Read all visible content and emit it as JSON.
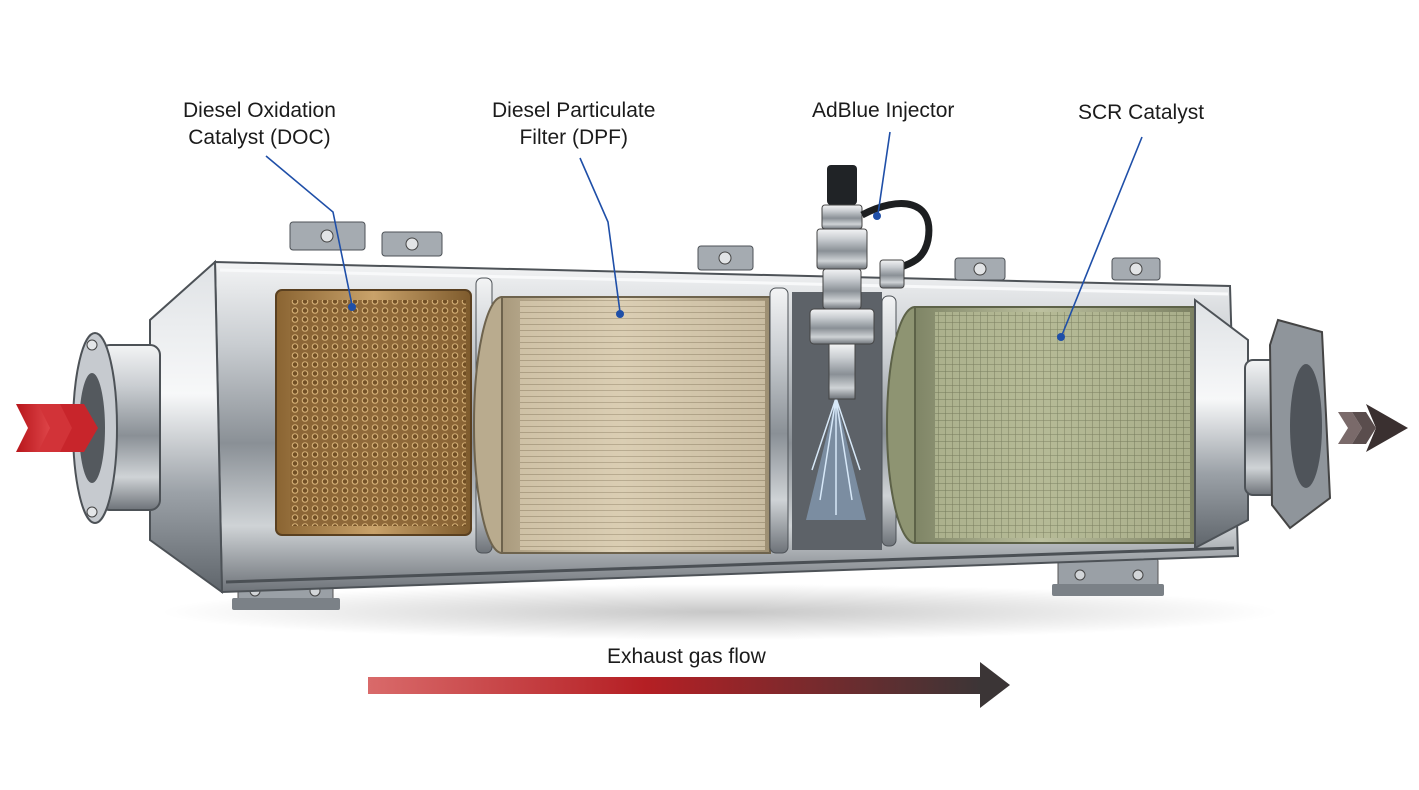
{
  "labels": {
    "doc": [
      "Diesel Oxidation",
      "Catalyst (DOC)"
    ],
    "dpf": [
      "Diesel Particulate",
      "Filter (DPF)"
    ],
    "adblue": "AdBlue Injector",
    "scr": "SCR Catalyst"
  },
  "flow": {
    "label": "Exhaust gas flow"
  },
  "colors": {
    "leader_line": "#1f4fa8",
    "steel_light": "#e6e8ea",
    "steel_dark": "#6b7076",
    "doc_core": "#b88f55",
    "dpf_core": "#d5c7a8",
    "scr_core": "#a8ad8a",
    "inlet_arrow": "#c8252b",
    "outlet_arrow": "#3a3030",
    "spray": "#9fc3e6"
  },
  "icons": {
    "inlet": "chevron-arrow-right-icon",
    "outlet": "chevron-arrow-right-icon",
    "flow": "gradient-arrow-right-icon"
  }
}
